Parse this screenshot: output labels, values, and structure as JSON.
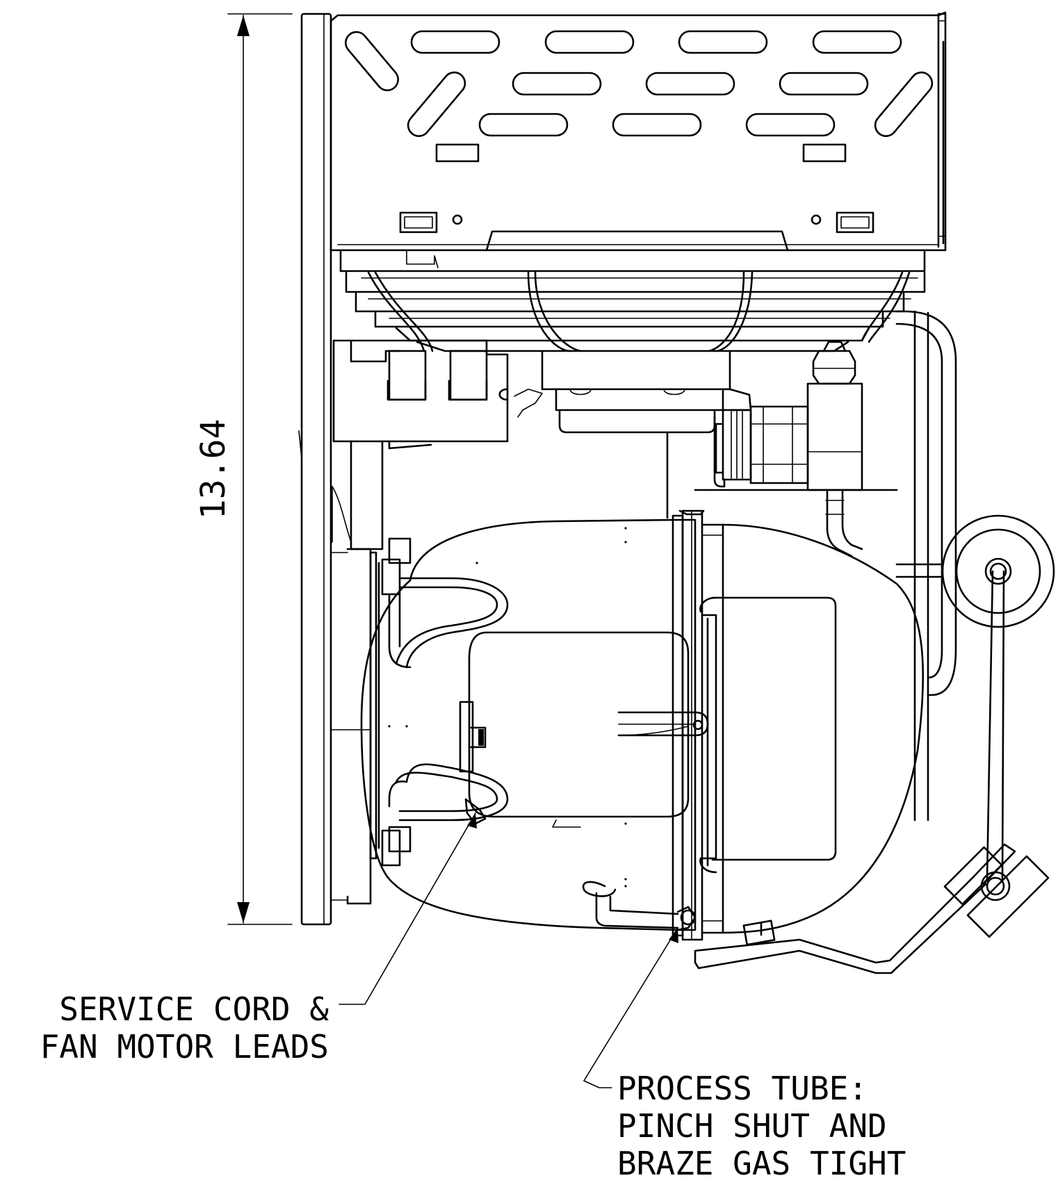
{
  "dimension": {
    "value": "13.64"
  },
  "callouts": {
    "service_cord": {
      "line1": "SERVICE CORD &",
      "line2": "FAN MOTOR LEADS"
    },
    "process_tube": {
      "line1": "PROCESS TUBE:",
      "line2": "PINCH SHUT AND",
      "line3": "BRAZE GAS TIGHT"
    }
  },
  "colors": {
    "line": "#000000",
    "background": "#ffffff"
  }
}
